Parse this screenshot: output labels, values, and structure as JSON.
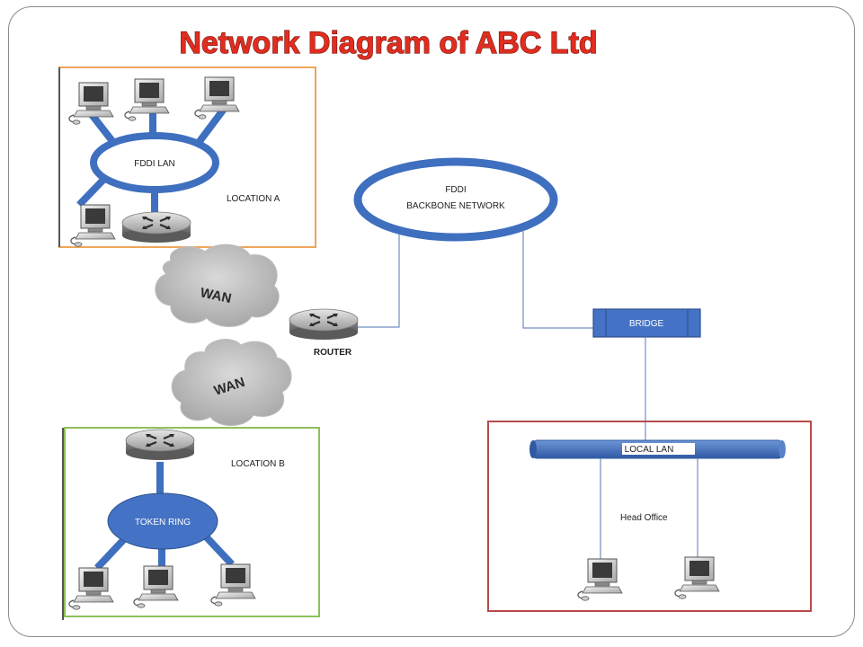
{
  "title": "Network Diagram of ABC Ltd",
  "labels": {
    "fddi_lan": "FDDI LAN",
    "location_a": "LOCATION A",
    "fddi_backbone_line1": "FDDI",
    "fddi_backbone_line2": "BACKBONE NETWORK",
    "wan_top": "WAN",
    "wan_bottom": "WAN",
    "router": "ROUTER",
    "bridge": "BRIDGE",
    "location_b": "LOCATION B",
    "token_ring": "TOKEN RING",
    "local_lan": "LOCAL LAN",
    "head_office": "Head Office"
  },
  "colors": {
    "title": "#e02d1f",
    "ring_blue": "#3f6fbf",
    "location_a_border": "#f0a55a",
    "location_b_border": "#8fbf5a",
    "head_office_border": "#b84a4a",
    "link_line": "#6e8fc0"
  }
}
